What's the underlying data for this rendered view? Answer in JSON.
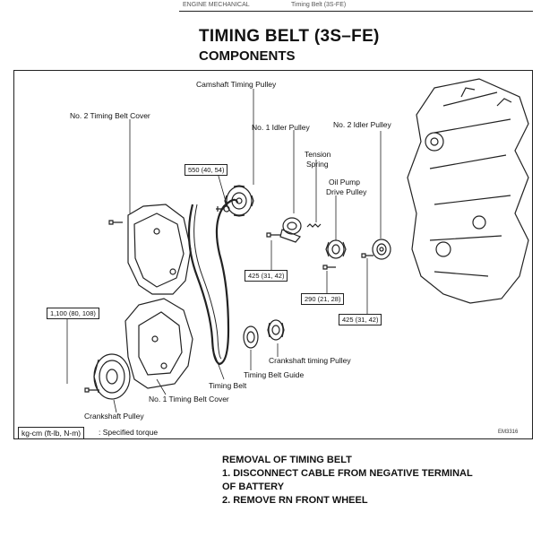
{
  "header": {
    "left_text": "ENGINE MECHANICAL",
    "right_text": "Timing Belt (3S-FE)"
  },
  "title": "TIMING BELT (3S–FE)",
  "subtitle": "COMPONENTS",
  "diagram": {
    "labels": {
      "camshaft_timing_pulley": "Camshaft Timing Pulley",
      "no2_timing_belt_cover": "No. 2 Timing Belt Cover",
      "no1_idler_pulley": "No. 1 Idler Pulley",
      "no2_idler_pulley": "No. 2 Idler Pulley",
      "tension_spring_line1": "Tension",
      "tension_spring_line2": "Spring",
      "oil_pump_line1": "Oil Pump",
      "oil_pump_line2": "Drive Pulley",
      "crankshaft_timing_pulley": "Crankshaft timing Pulley",
      "timing_belt_guide": "Timing Belt Guide",
      "timing_belt": "Timing Belt",
      "no1_timing_belt_cover": "No. 1 Timing Belt Cover",
      "crankshaft_pulley": "Crankshaft Pulley"
    },
    "torques": {
      "t550": "550 (40, 54)",
      "t425a": "425 (31, 42)",
      "t290": "290 (21, 28)",
      "t425b": "425 (31, 42)",
      "t1100": "1,100 (80, 108)"
    },
    "unit": "kg-cm (ft-lb, N-m)",
    "unit_legend": ": Specified torque",
    "figure_code": "EM3316"
  },
  "instructions": {
    "line1": "REMOVAL OF TIMING BELT",
    "line2": "1. DISCONNECT CABLE FROM NEGATIVE TERMINAL",
    "line3": "OF BATTERY",
    "line4": "2. REMOVE RN FRONT WHEEL"
  }
}
